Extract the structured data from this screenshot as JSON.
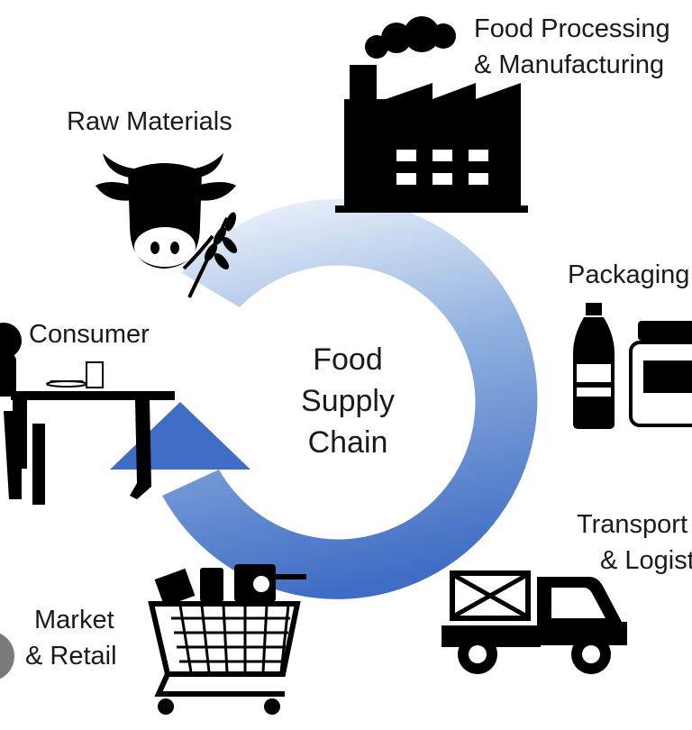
{
  "center": {
    "lines": [
      "Food",
      "Supply",
      "Chain"
    ]
  },
  "stages": {
    "food_processing": {
      "lines": [
        "Food Processing",
        "& Manufacturing"
      ],
      "icon": "factory-icon"
    },
    "raw_materials": {
      "lines": [
        "Raw Materials"
      ],
      "icon": "cow-wheat-icon"
    },
    "packaging": {
      "lines": [
        "Packaging"
      ],
      "icon": "bottle-jar-icon"
    },
    "consumer": {
      "lines": [
        "Consumer"
      ],
      "icon": "dining-table-icon"
    },
    "transport": {
      "lines": [
        "Transport",
        "& Logistics"
      ],
      "icon": "delivery-truck-icon"
    },
    "market": {
      "lines": [
        "Market",
        "& Retail"
      ],
      "icon": "shopping-cart-icon"
    }
  },
  "colors": {
    "ring_dark": "#3f6cc4",
    "ring_light": "#e4ecf8",
    "icon": "#000000"
  }
}
